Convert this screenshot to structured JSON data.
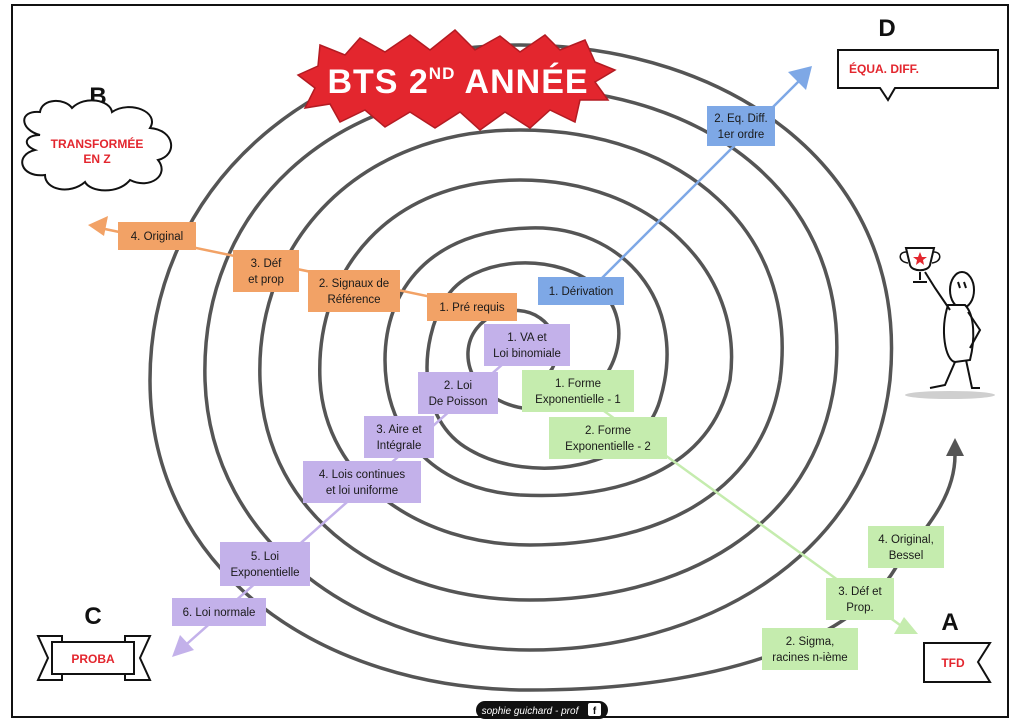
{
  "colors": {
    "orange": "#f2a266",
    "blue": "#7ea8e6",
    "purple": "#c3b1ea",
    "green": "#c5ecae",
    "red": "#e3262e",
    "spiral": "#555555"
  },
  "title": {
    "text": "BTS 2",
    "sup": "ND",
    "rest": " ANNÉE"
  },
  "goals": {
    "A": {
      "letter": "A",
      "label": "TFD"
    },
    "B": {
      "letter": "B",
      "line1": "TRANSFORMÉE",
      "line2": "EN Z"
    },
    "C": {
      "letter": "C",
      "label": "PROBA"
    },
    "D": {
      "letter": "D",
      "label": "ÉQUA. DIFF."
    }
  },
  "paths": {
    "orange": [
      {
        "lines": [
          "4. Original"
        ]
      },
      {
        "lines": [
          "3. Déf",
          "et prop"
        ]
      },
      {
        "lines": [
          "2. Signaux de",
          "Référence"
        ]
      },
      {
        "lines": [
          "1. Pré requis"
        ]
      }
    ],
    "blue": [
      {
        "lines": [
          "1. Dérivation"
        ]
      },
      {
        "lines": [
          "2. Eq. Diff.",
          "1er ordre"
        ]
      }
    ],
    "purple": [
      {
        "lines": [
          "1. VA et",
          "Loi binomiale"
        ]
      },
      {
        "lines": [
          "2. Loi",
          "De Poisson"
        ]
      },
      {
        "lines": [
          "3. Aire et",
          "Intégrale"
        ]
      },
      {
        "lines": [
          "4. Lois continues",
          "et loi uniforme"
        ]
      },
      {
        "lines": [
          "5. Loi",
          "Exponentielle"
        ]
      },
      {
        "lines": [
          "6. Loi normale"
        ]
      }
    ],
    "green": [
      {
        "lines": [
          "1. Forme",
          "Exponentielle - 1"
        ]
      },
      {
        "lines": [
          "2. Forme",
          "Exponentielle - 2"
        ]
      },
      {
        "lines": [
          "2. Sigma,",
          "racines n-ième"
        ]
      },
      {
        "lines": [
          "3. Déf et",
          "Prop."
        ]
      },
      {
        "lines": [
          "4. Original,",
          "Bessel"
        ]
      }
    ]
  },
  "signature": "sophie guichard - prof",
  "icons": [
    "trophy-icon",
    "stick-figure-icon",
    "facebook-icon"
  ]
}
